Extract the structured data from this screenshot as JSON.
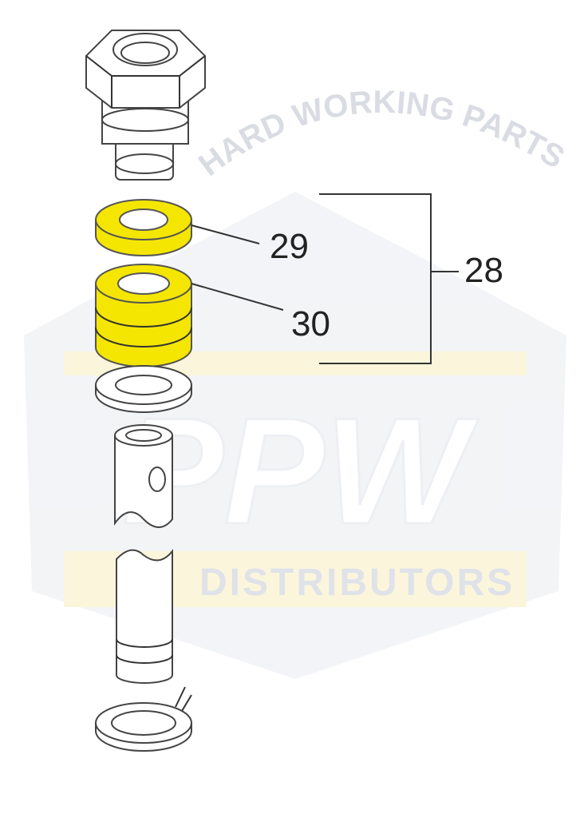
{
  "watermark": {
    "arc_text": "HARD WORKING PARTS",
    "brand": "PPW",
    "subtitle": "DISTRIBUTORS"
  },
  "callouts": [
    {
      "id": "29",
      "label": "29",
      "highlighted": true
    },
    {
      "id": "30",
      "label": "30",
      "highlighted": true
    },
    {
      "id": "28",
      "label": "28",
      "group": [
        "29",
        "30"
      ]
    }
  ],
  "colors": {
    "highlight": "#f4e600",
    "line": "#333333",
    "watermark": "#eef0f4"
  }
}
